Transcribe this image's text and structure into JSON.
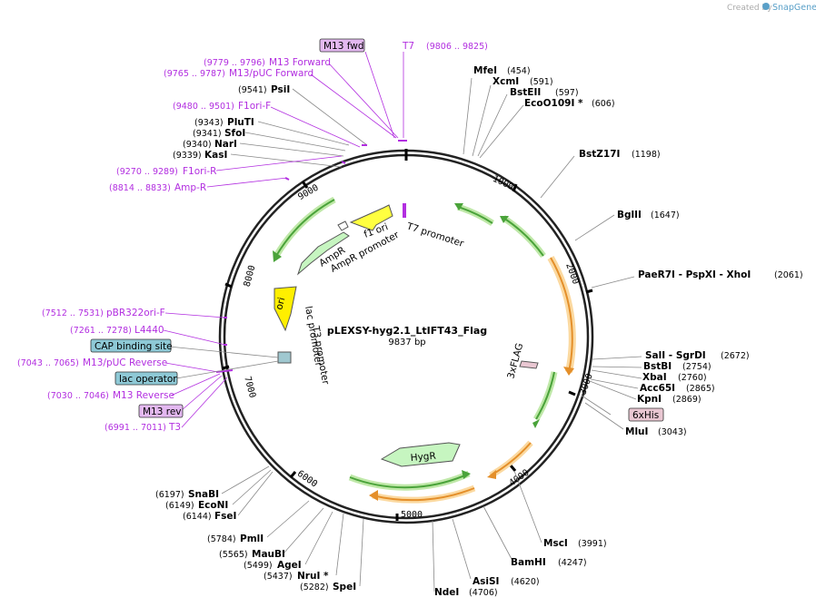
{
  "watermark": {
    "prefix": "Created by",
    "brand": "SnapGene"
  },
  "plasmid": {
    "name": "pLEXSY-hyg2.1_LtIFT43_Flag",
    "size": "9837 bp"
  },
  "ticks": [
    "1000",
    "2000",
    "3000",
    "4000",
    "5000",
    "6000",
    "7000",
    "8000",
    "9000"
  ],
  "enzymes": [
    {
      "name": "MfeI",
      "pos": "(454)"
    },
    {
      "name": "XcmI",
      "pos": "(591)"
    },
    {
      "name": "BstEII",
      "pos": "(597)"
    },
    {
      "name": "EcoO109I *",
      "pos": "(606)"
    },
    {
      "name": "BstZ17I",
      "pos": "(1198)"
    },
    {
      "name": "BglII",
      "pos": "(1647)"
    },
    {
      "name": "PaeR7I - PspXI - XhoI",
      "pos": "(2061)"
    },
    {
      "name": "SalI - SgrDI",
      "pos": "(2672)"
    },
    {
      "name": "BstBI",
      "pos": "(2754)"
    },
    {
      "name": "XbaI",
      "pos": "(2760)"
    },
    {
      "name": "Acc65I",
      "pos": "(2865)"
    },
    {
      "name": "KpnI",
      "pos": "(2869)"
    },
    {
      "name": "MluI",
      "pos": "(3043)"
    },
    {
      "name": "MscI",
      "pos": "(3991)"
    },
    {
      "name": "BamHI",
      "pos": "(4247)"
    },
    {
      "name": "AsiSI",
      "pos": "(4620)"
    },
    {
      "name": "NdeI",
      "pos": "(4706)"
    },
    {
      "name": "SpeI",
      "pos": "(5282)"
    },
    {
      "name": "NruI *",
      "pos": "(5437)"
    },
    {
      "name": "AgeI",
      "pos": "(5499)"
    },
    {
      "name": "MauBI",
      "pos": "(5565)"
    },
    {
      "name": "PmlI",
      "pos": "(5784)"
    },
    {
      "name": "FseI",
      "pos": "(6144)"
    },
    {
      "name": "EcoNI",
      "pos": "(6149)"
    },
    {
      "name": "SnaBI",
      "pos": "(6197)"
    },
    {
      "name": "KasI",
      "pos": "(9339)"
    },
    {
      "name": "NarI",
      "pos": "(9340)"
    },
    {
      "name": "SfoI",
      "pos": "(9341)"
    },
    {
      "name": "PluTI",
      "pos": "(9343)"
    },
    {
      "name": "PsiI",
      "pos": "(9541)"
    }
  ],
  "primers": [
    {
      "name": "M13 fwd",
      "pos": "",
      "boxed": true
    },
    {
      "name": "T7",
      "pos": "(9806 .. 9825)"
    },
    {
      "name": "M13 Forward",
      "pos": "(9779 .. 9796)"
    },
    {
      "name": "M13/pUC Forward",
      "pos": "(9765 .. 9787)"
    },
    {
      "name": "F1ori-F",
      "pos": "(9480 .. 9501)"
    },
    {
      "name": "F1ori-R",
      "pos": "(9270 .. 9289)"
    },
    {
      "name": "Amp-R",
      "pos": "(8814 .. 8833)"
    },
    {
      "name": "pBR322ori-F",
      "pos": "(7512 .. 7531)"
    },
    {
      "name": "L4440",
      "pos": "(7261 .. 7278)"
    },
    {
      "name": "M13/pUC Reverse",
      "pos": "(7043 .. 7065)"
    },
    {
      "name": "M13 Reverse",
      "pos": "(7030 .. 7046)"
    },
    {
      "name": "M13 rev",
      "pos": "",
      "boxed": true
    },
    {
      "name": "T3",
      "pos": "(6991 .. 7011)"
    }
  ],
  "boxed_features": [
    {
      "name": "CAP binding site",
      "color": "#8ec9d6"
    },
    {
      "name": "lac operator",
      "color": "#8ec9d6"
    },
    {
      "name": "6xHis",
      "color": "#e9c7d2"
    }
  ],
  "inner_labels": {
    "f1_ori": "f1 ori",
    "t7_promoter": "T7 promoter",
    "ampr": "AmpR",
    "ampr_promoter": "AmpR promoter",
    "ori": "ori",
    "lac_promoter": "lac promoter",
    "t3_promoter": "T3 promoter",
    "flag": "3xFLAG",
    "hygr": "HygR"
  },
  "colors": {
    "primer": "#b22ee0",
    "ampr": "#c6f5c0",
    "ori": "#ffef00",
    "f1": "#ffff40",
    "green_arc": "#4aa33a",
    "orange_arc": "#f2a840"
  }
}
